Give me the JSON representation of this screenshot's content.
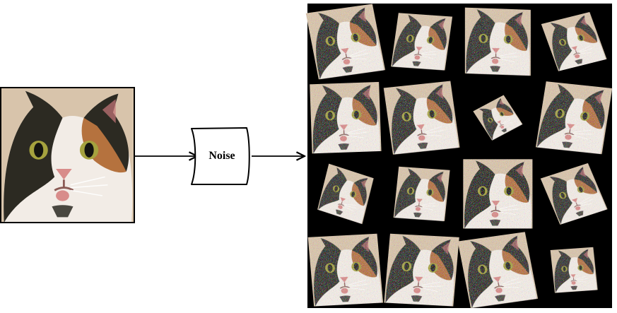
{
  "diagram": {
    "process_label": "Noise",
    "source_image": {
      "subject": "cat-photo"
    },
    "output_grid": {
      "rows": 4,
      "cols": 4,
      "background": "#000000",
      "tiles": [
        {
          "rot": -8,
          "scale": 0.97,
          "skew": 3
        },
        {
          "rot": 4,
          "scale": 0.78,
          "skew": -4
        },
        {
          "rot": 2,
          "scale": 0.95,
          "skew": 2
        },
        {
          "rot": -14,
          "scale": 0.72,
          "skew": 6
        },
        {
          "rot": -2,
          "scale": 1.0,
          "skew": 0
        },
        {
          "rot": -6,
          "scale": 0.97,
          "skew": 2
        },
        {
          "rot": -28,
          "scale": 0.5,
          "skew": 5
        },
        {
          "rot": 6,
          "scale": 0.96,
          "skew": -3
        },
        {
          "rot": 18,
          "scale": 0.68,
          "skew": 4
        },
        {
          "rot": 4,
          "scale": 0.74,
          "skew": -2
        },
        {
          "rot": 0,
          "scale": 1.0,
          "skew": 0
        },
        {
          "rot": -18,
          "scale": 0.72,
          "skew": 5
        },
        {
          "rot": -3,
          "scale": 1.0,
          "skew": 2
        },
        {
          "rot": 3,
          "scale": 1.0,
          "skew": -2
        },
        {
          "rot": -8,
          "scale": 0.98,
          "skew": 3
        },
        {
          "rot": -4,
          "scale": 0.62,
          "skew": 2
        }
      ]
    },
    "colors": {
      "line": "#000000",
      "fur_white": "#f2ece6",
      "fur_dark": "#2c2a22",
      "fur_orange": "#b5723e",
      "backdrop": "#d8c4ab",
      "eye": "#a5a23e",
      "nose": "#d88c8a"
    }
  }
}
